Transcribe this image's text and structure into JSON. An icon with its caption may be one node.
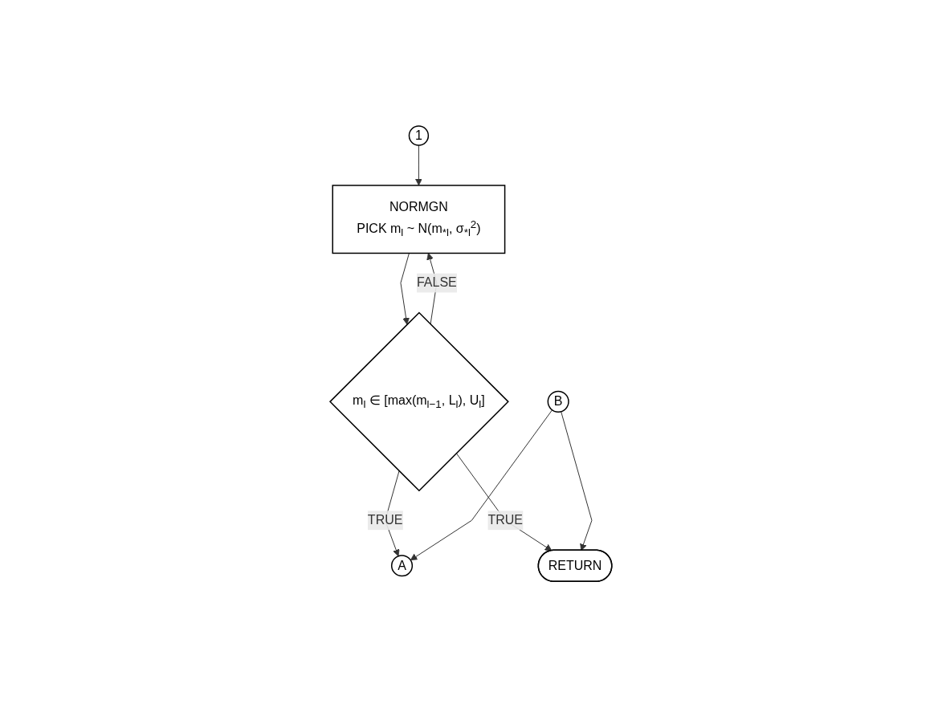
{
  "diagram": {
    "nodes": [
      {
        "text": [
          "1"
        ]
      },
      {
        "text": [
          "B"
        ]
      },
      {
        "text": [
          "NORMGN",
          "PICK m$_{l}$ ~ N(m$_{*l}$, σ$_{*l}$$^{2}$)"
        ]
      },
      {
        "text": [
          "m$_{l}$ ∈ [max(m$_{l−1}$, L$_{l}$), U$_{l}$]"
        ]
      },
      {
        "text": [
          "A"
        ]
      },
      {
        "text": [
          "RETURN"
        ]
      }
    ],
    "edges": [
      {
        "from": 0,
        "to": 2,
        "arrow": "to"
      },
      {
        "from": 2,
        "to": 3,
        "arrow": "to"
      },
      {
        "from": 3,
        "to": 2,
        "arrow": "to",
        "label": "FALSE"
      },
      {
        "from": 3,
        "to": 4,
        "arrow": "to",
        "label": "TRUE"
      },
      {
        "from": 3,
        "to": 5,
        "arrow": "to",
        "label": "TRUE"
      },
      {
        "from": 1,
        "to": 4,
        "arrow": "to"
      },
      {
        "from": 1,
        "to": 5,
        "arrow": "to"
      }
    ]
  }
}
